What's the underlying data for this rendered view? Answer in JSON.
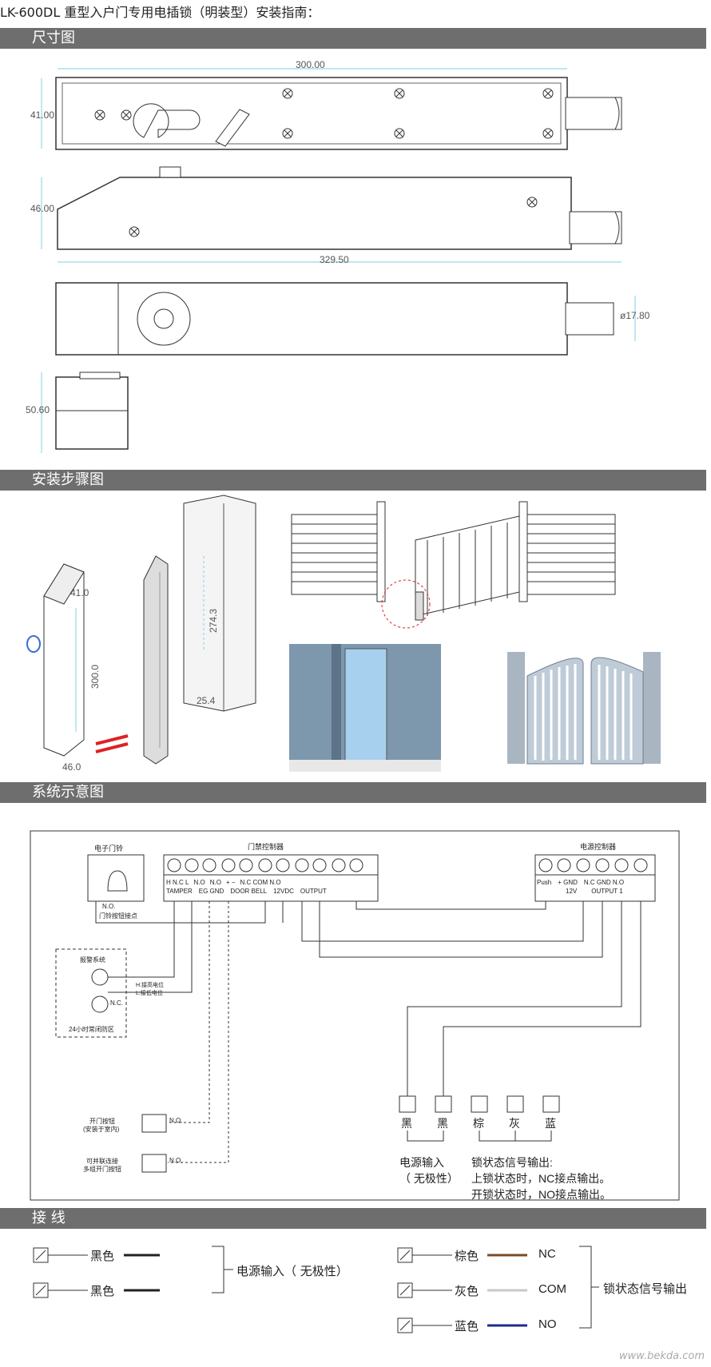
{
  "page_title": "LK-600DL 重型入户门专用电插锁（明装型）安装指南：",
  "sections": {
    "dimensions": "尺寸图",
    "install_steps": "安装步骤图",
    "system": "系统示意图",
    "wiring": "接 线"
  },
  "dimensions": {
    "length_top": "300.00",
    "height_top": "41.00",
    "height_side": "46.00",
    "length_side": "329.50",
    "bolt_diameter": "ø17.80",
    "end_height": "50.60"
  },
  "install": {
    "dim_41": "41.0",
    "dim_300": "300.0",
    "dim_46": "46.0",
    "dim_274": "274.3",
    "dim_25": "25.4"
  },
  "system": {
    "door_controller": "门禁控制器",
    "power_controller": "电源控制器",
    "doorbell": "电子门铃",
    "doorbell_no": "N.O.",
    "doorbell_contact": "门铃按钮接点",
    "alarm_title": "报警系统",
    "alarm_nc": "N.C.",
    "alarm_h": "H:接高电位",
    "alarm_l": "L:接低电位",
    "alarm_zone": "24小时常闭防区",
    "btn1_a": "开门按钮",
    "btn1_b": "(安装于室内)",
    "btn1_no": "N.O.",
    "btn2_a": "可并联连接",
    "btn2_b": "多组开门按钮",
    "btn2_no": "N.O.",
    "dc_labels": [
      "H N.C L",
      "TAMPER",
      "N.O",
      "EG  GND",
      "N.O",
      "DOOR BELL",
      "+   −",
      "12VDC",
      "N.C COM N.O",
      "OUTPUT"
    ],
    "pc_labels": [
      "Push",
      "+  GND",
      "12V",
      "N.C GND N.O",
      "OUTPUT 1"
    ],
    "wire_colors": [
      "黑",
      "黑",
      "棕",
      "灰",
      "蓝"
    ],
    "power_in": "电源输入",
    "no_polarity": "（ 无极性）",
    "lock_signal": "锁状态信号输出:",
    "locked_state": "上锁状态时，NC接点输出。",
    "open_state": "开锁状态时，NO接点输出。"
  },
  "wiring": {
    "left": [
      {
        "label": "黑色",
        "color": "#222222"
      },
      {
        "label": "黑色",
        "color": "#222222"
      }
    ],
    "power_group": "电源输入（ 无极性）",
    "right": [
      {
        "label": "棕色",
        "color": "#7a4a26",
        "terminal": "NC"
      },
      {
        "label": "灰色",
        "color": "#c8c8c8",
        "terminal": "COM"
      },
      {
        "label": "蓝色",
        "color": "#1c2d8a",
        "terminal": "NO"
      }
    ],
    "signal_group": "锁状态信号输出"
  },
  "watermark": "www.bekda.com",
  "colors": {
    "band": "#6e6e6e",
    "dim_line": "#7fd0e6"
  }
}
